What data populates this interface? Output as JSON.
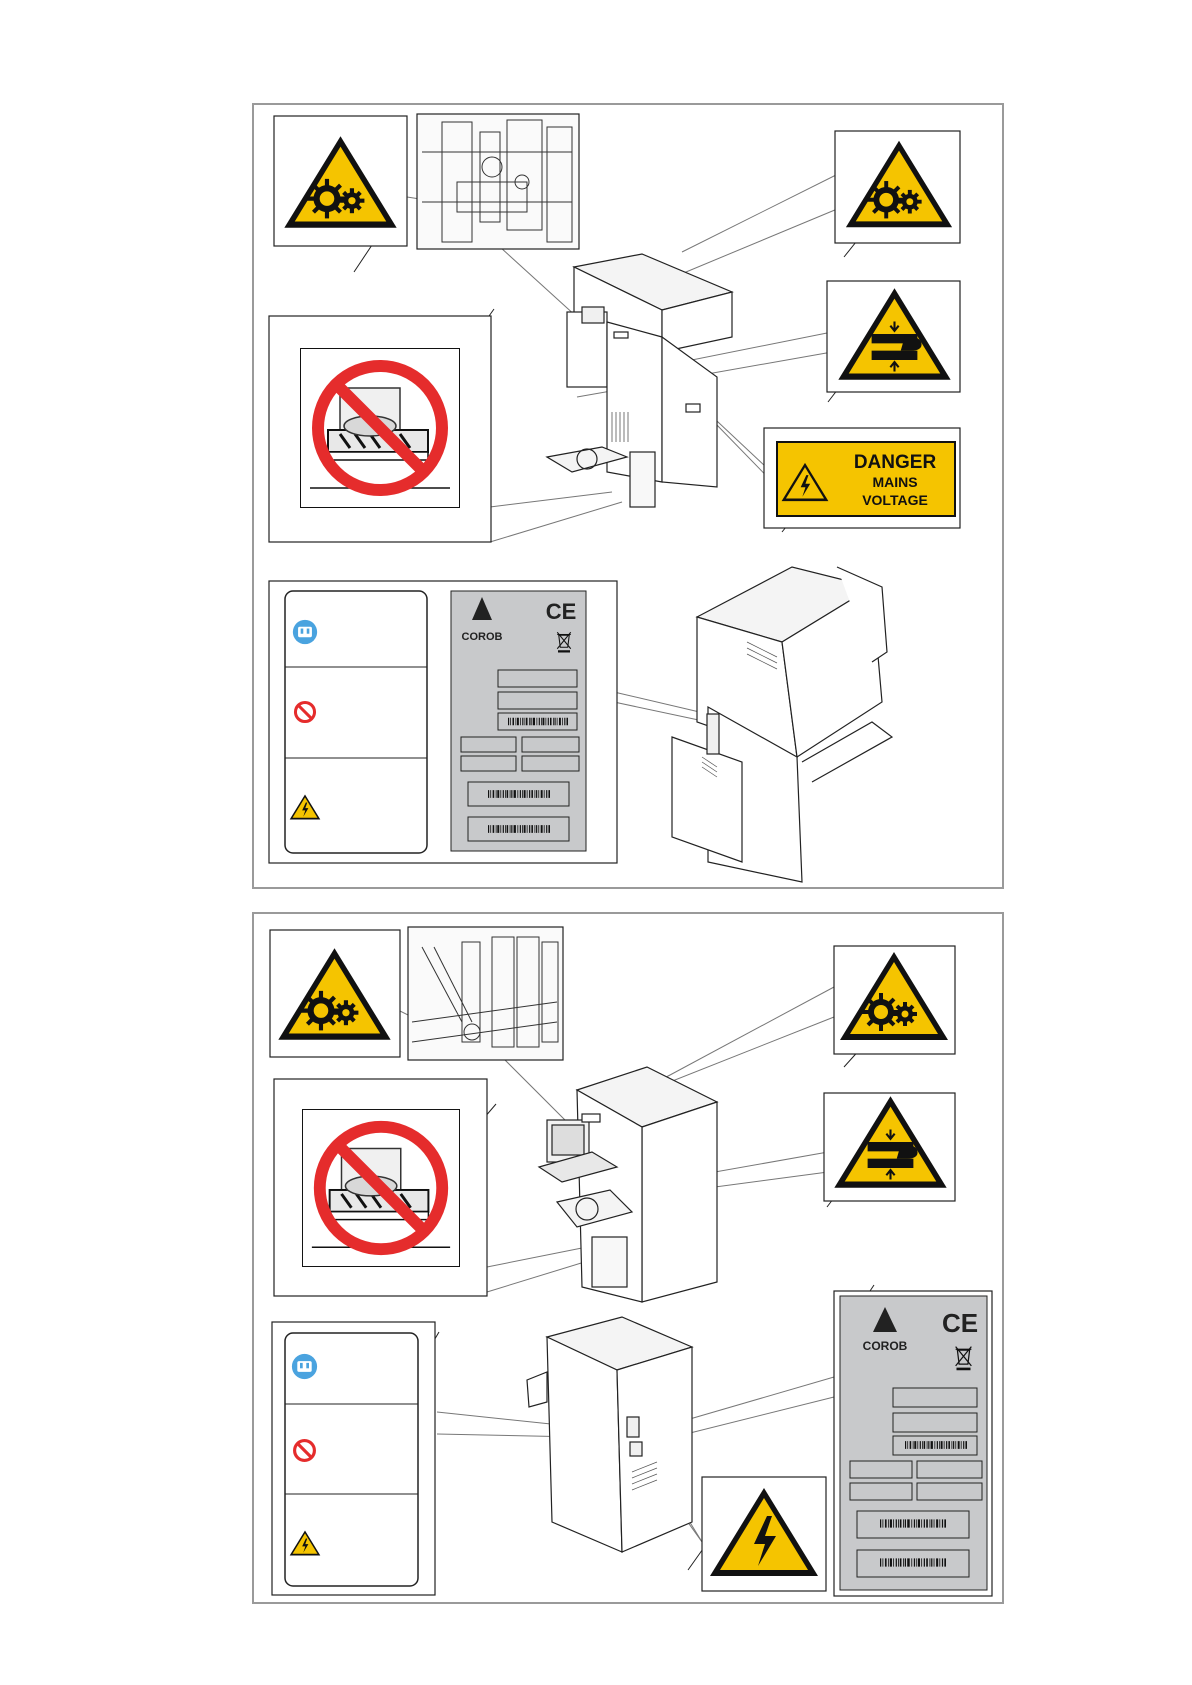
{
  "danger_sign": {
    "line1": "DANGER",
    "line2": "MAINS",
    "line3": "VOLTAGE"
  },
  "rating_plate": {
    "brand": "COROB",
    "trademark": "™",
    "ce_mark": "CE"
  },
  "colors": {
    "warning_yellow": "#f5c400",
    "prohibition_red": "#e52c2c",
    "mandatory_blue": "#4aa3df",
    "plate_grey": "#c8c9cb",
    "panel_border": "#9a9a9a"
  },
  "icons": [
    "entanglement-gears-icon",
    "hand-crush-icon",
    "electric-hazard-icon",
    "no-standing-prohibition-icon",
    "read-manual-icon",
    "prohibition-icon",
    "weee-bin-icon",
    "barcode-icon"
  ]
}
